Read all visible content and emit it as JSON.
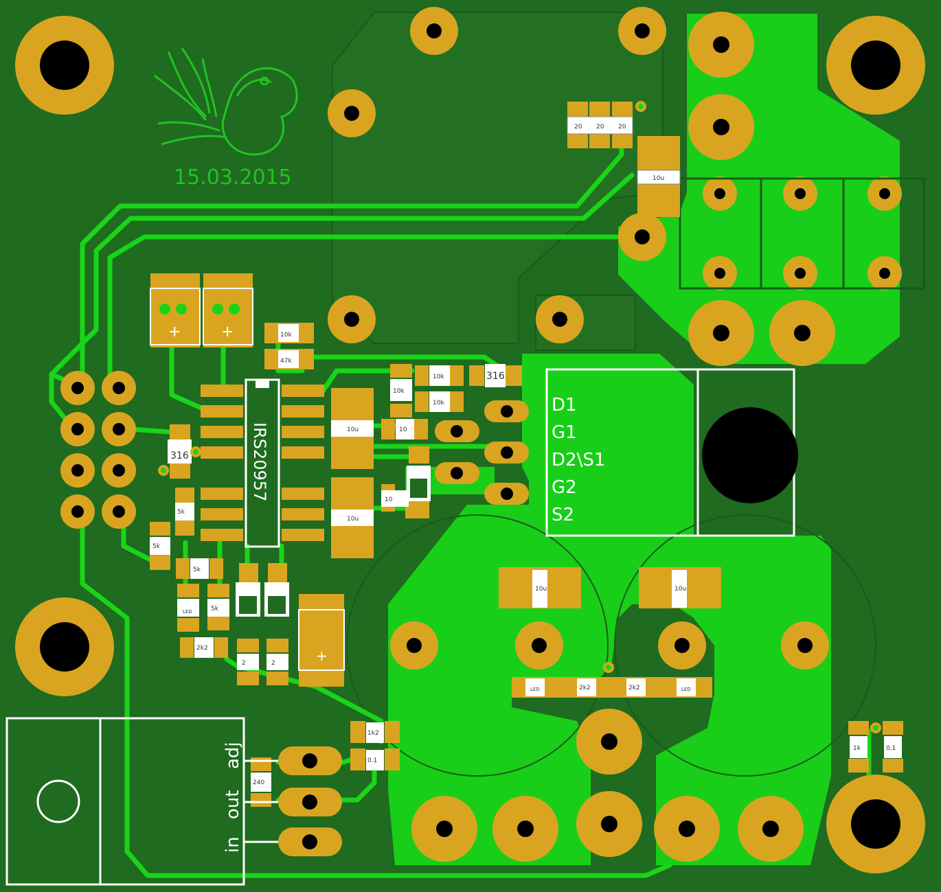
{
  "board": {
    "date": "15.03.2015",
    "ic_label": "IRS20957",
    "colors": {
      "substrate": "#1f6b1f",
      "copper_pour": "#267526",
      "trace": "#19d419",
      "plane": "#19d419",
      "pad": "#d9a520",
      "drill": "#000000",
      "silkscreen": "#ffffff",
      "logo": "#23c223"
    }
  },
  "mosfet_pins": [
    "D1",
    "G1",
    "D2\\S1",
    "G2",
    "S2"
  ],
  "regulator_pins": [
    "in",
    "out",
    "adj"
  ],
  "component_values": {
    "r20": "20",
    "c10u": "10u",
    "r10k": "10k",
    "r47k": "47k",
    "r10": "10",
    "r5k": "5k",
    "r2k2": "2k2",
    "r2": "2",
    "r1k2": "1k2",
    "c01": "0.1",
    "r240": "240",
    "r1k": "1k",
    "c01b": "0,1",
    "led": "LED",
    "d316": "316",
    "plus": "+"
  }
}
